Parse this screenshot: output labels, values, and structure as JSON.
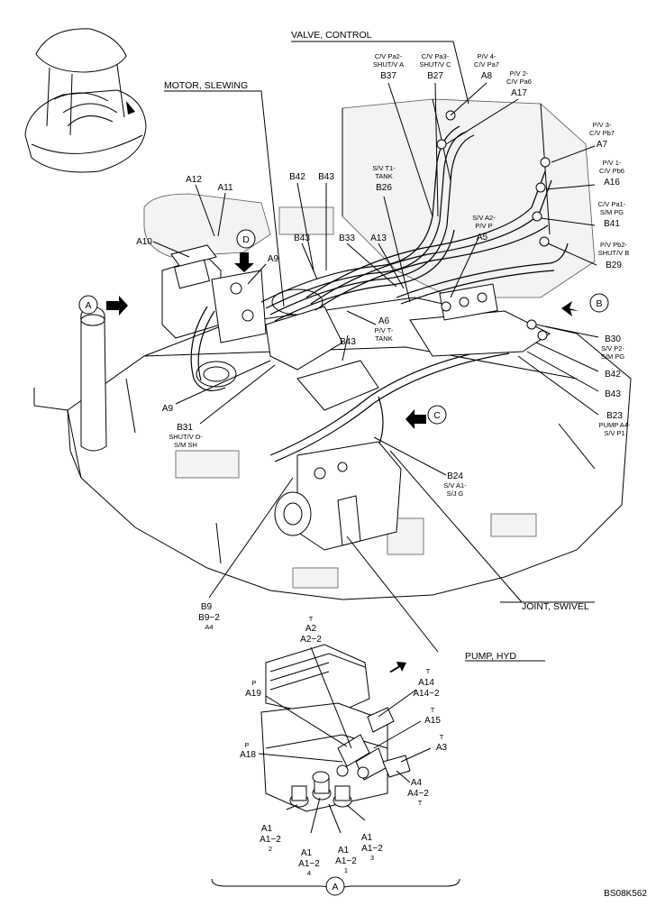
{
  "headers": {
    "valve_control": "VALVE, CONTROL",
    "motor_slewing": "MOTOR, SLEWING",
    "joint_swivel": "JOINT, SWIVEL",
    "pump_hyd": "PUMP, HYD"
  },
  "callouts": {
    "b37": {
      "desc1": "C/V Pa2-",
      "desc2": "SHUT/V A",
      "code": "B37"
    },
    "b27": {
      "desc1": "C/V Pa3-",
      "desc2": "SHUT/V C",
      "code": "B27"
    },
    "a8": {
      "desc1": "P/V 4-",
      "desc2": "C/V Pa7",
      "code": "A8"
    },
    "a17": {
      "desc1": "P/V 2-",
      "desc2": "C/V Pa6",
      "code": "A17"
    },
    "a7": {
      "desc1": "P/V 3-",
      "desc2": "C/V Pb7",
      "code": "A7"
    },
    "a16": {
      "desc1": "P/V 1-",
      "desc2": "C/V Pb6",
      "code": "A16"
    },
    "b41": {
      "desc1": "C/V Pa1-",
      "desc2": "S/M PG",
      "code": "B41"
    },
    "b29": {
      "desc1": "P/V Pb2-",
      "desc2": "SHUT/V B",
      "code": "B29"
    },
    "b26": {
      "desc1": "S/V T1-",
      "desc2": "TANK",
      "code": "B26"
    },
    "a5": {
      "desc1": "S/V A2-",
      "desc2": "P/V P",
      "code": "A5"
    },
    "a6": {
      "code": "A6",
      "desc1": "P/V T-",
      "desc2": "TANK"
    },
    "b30": {
      "code": "B30",
      "desc1": "S/V P2-",
      "desc2": "S/M PG"
    },
    "b23": {
      "code": "B23",
      "desc1": "PUMP A4-",
      "desc2": "S/V P1"
    },
    "b31": {
      "code": "B31",
      "desc1": "SHUT/V D-",
      "desc2": "S/M SH"
    },
    "b24": {
      "code": "B24",
      "desc1": "S/V A1-",
      "desc2": "S/J G"
    }
  },
  "labels": {
    "b42_top": "B42",
    "b43_top": "B43",
    "b43_mid": "B43",
    "b33": "B33",
    "a13": "A13",
    "a12": "A12",
    "a11": "A11",
    "a10": "A10",
    "a9_top": "A9",
    "a9_left": "A9",
    "b43_low": "B43",
    "b42_right": "B42",
    "b43_right": "B43",
    "b9": "B9",
    "b9_2": "B9−2",
    "b9_port": "A4"
  },
  "views": {
    "a": "A",
    "b": "B",
    "c": "C",
    "d": "D"
  },
  "inset": {
    "a2": {
      "port": "T",
      "code": "A2",
      "code2": "A2−2"
    },
    "a19": {
      "port": "P",
      "code": "A19"
    },
    "a14": {
      "port": "T",
      "code": "A14",
      "code2": "A14−2"
    },
    "a15": {
      "port": "T",
      "code": "A15"
    },
    "a3": {
      "port": "T",
      "code": "A3"
    },
    "a18": {
      "port": "P",
      "code": "A18"
    },
    "a4": {
      "code": "A4",
      "code2": "A4−2",
      "port": "T"
    },
    "a1_2": {
      "code": "A1",
      "code2": "A1−2",
      "port": "2"
    },
    "a1_4": {
      "code": "A1",
      "code2": "A1−2",
      "port": "4"
    },
    "a1_1": {
      "code": "A1",
      "code2": "A1−2",
      "port": "1"
    },
    "a1_3": {
      "code": "A1",
      "code2": "A1−2",
      "port": "3"
    },
    "view": "A"
  },
  "figure_id": "BS08K562"
}
